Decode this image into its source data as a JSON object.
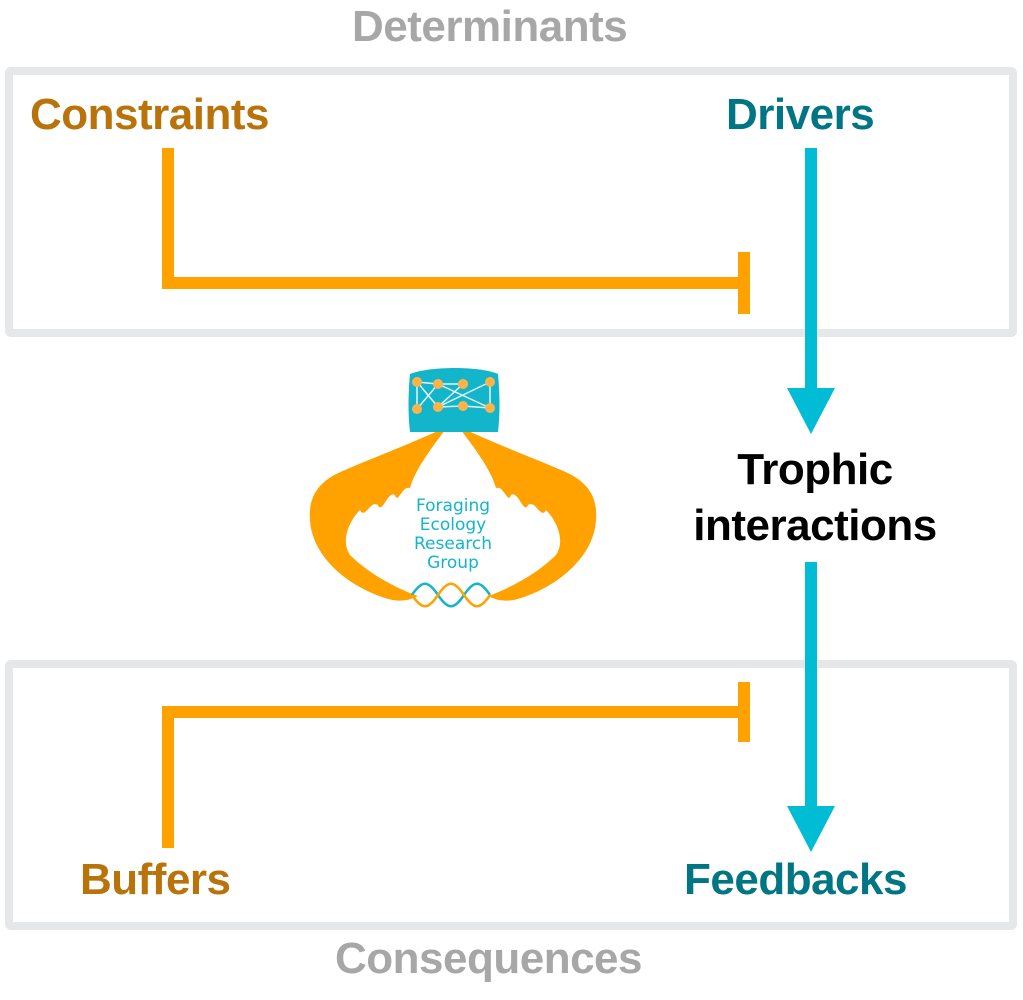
{
  "sections": {
    "top": "Determinants",
    "bottom": "Consequences"
  },
  "nodes": {
    "constraints": "Constraints",
    "drivers": "Drivers",
    "trophic_line1": "Trophic",
    "trophic_line2": "interactions",
    "buffers": "Buffers",
    "feedbacks": "Feedbacks"
  },
  "logo": {
    "line1": "Foraging",
    "line2": "Ecology",
    "line3": "Research",
    "line4": "Group"
  },
  "edges": [
    {
      "from": "Constraints",
      "to": "Drivers arrow",
      "type": "inhibit"
    },
    {
      "from": "Drivers",
      "to": "Trophic interactions",
      "type": "activate"
    },
    {
      "from": "Trophic interactions",
      "to": "Feedbacks",
      "type": "activate"
    },
    {
      "from": "Buffers",
      "to": "Trophic-Feedbacks arrow",
      "type": "inhibit"
    }
  ],
  "colors": {
    "orange": "#ffa200",
    "orange_text": "#b8740a",
    "cyan": "#00bcd4",
    "teal_text": "#007684",
    "gray_text": "#a7a7a7",
    "box_border": "#e6e7e9"
  }
}
